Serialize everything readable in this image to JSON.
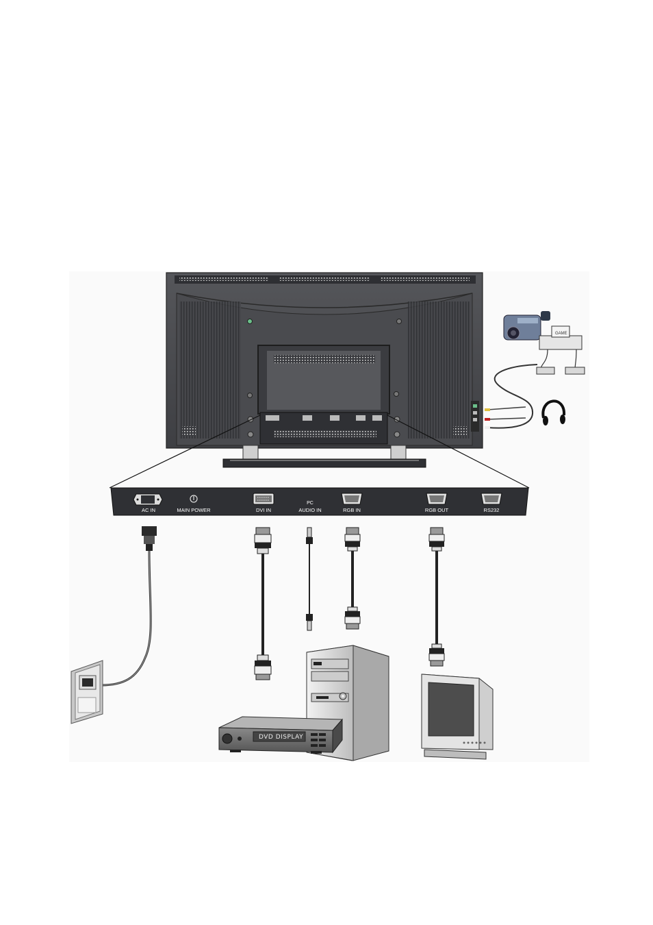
{
  "panel": {
    "ports": {
      "ac_in": "AC IN",
      "main_power": "MAIN  POWER",
      "dvi_in": "DVI IN",
      "pc_audio_in_1": "PC",
      "pc_audio_in_2": "AUDIO IN",
      "rgb_in": "RGB IN",
      "rgb_out": "RGB OUT",
      "rs232": "RS232"
    }
  },
  "devices": {
    "dvd_label": "DVD DISPLAY",
    "console_label": "GAME"
  },
  "colors": {
    "panel": "#2f3034",
    "tv_body": "#4a4b4f",
    "cable": "#333333",
    "device_gray": "#9a9a9a"
  }
}
